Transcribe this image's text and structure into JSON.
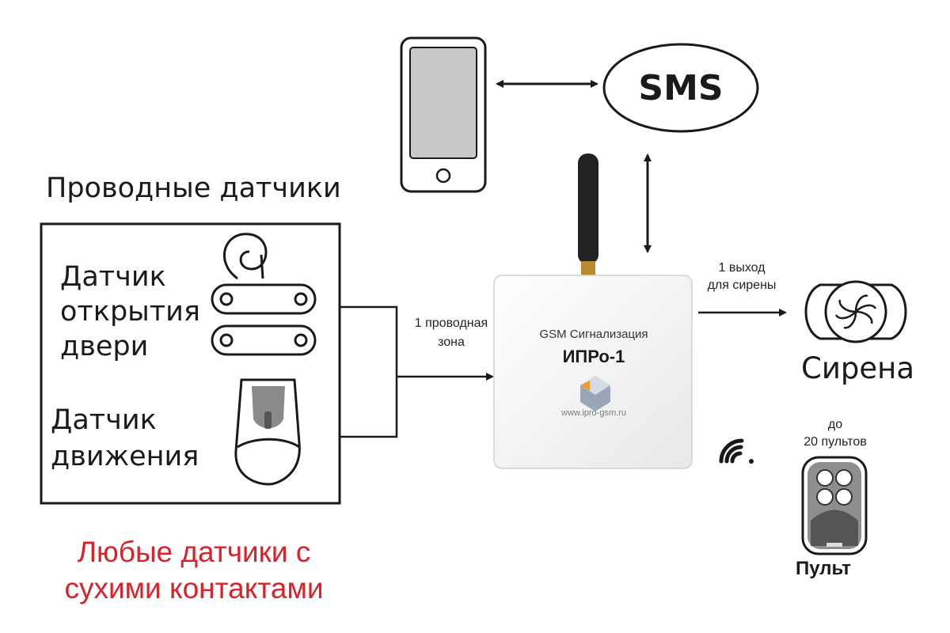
{
  "wired_sensors": {
    "title": "Проводные датчики",
    "door_sensor": [
      "Датчик",
      "открытия",
      "двери"
    ],
    "motion_sensor": [
      "Датчик",
      "движения"
    ]
  },
  "zone_label": [
    "1 проводная",
    "зона"
  ],
  "device": {
    "brand": "GSM Сигнализация",
    "model": "ИПРо-1",
    "url": "www.ipro-gsm.ru"
  },
  "sms_label": "SMS",
  "siren": {
    "output_label": [
      "1 выход",
      "для сирены"
    ],
    "label": "Сирена"
  },
  "remotes": {
    "count_label": [
      "до",
      "20 пультов"
    ],
    "label": "Пульт"
  },
  "note": [
    "Любые датчики с",
    "сухими контактами"
  ],
  "colors": {
    "note": "#d8232a",
    "line": "#1a1a1a",
    "device_body": "#f6f6f6",
    "antenna": "#222222",
    "phone_screen": "#c8c8c8"
  }
}
